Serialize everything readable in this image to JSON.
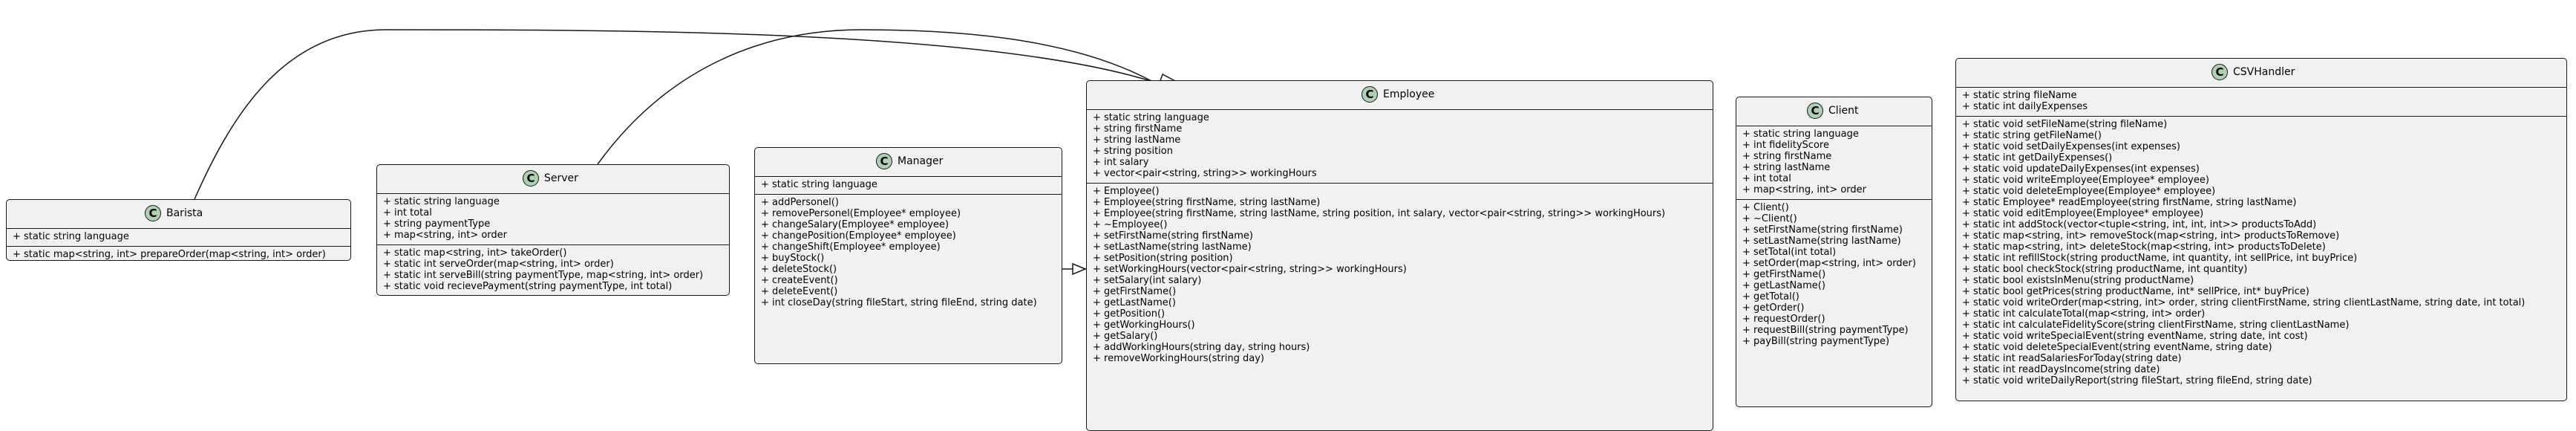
{
  "classes": {
    "barista": {
      "name": "Barista",
      "attributes": [
        "+ static string language"
      ],
      "methods": [
        "+ static map<string, int> prepareOrder(map<string, int> order)"
      ]
    },
    "server": {
      "name": "Server",
      "attributes": [
        "+ static string language",
        "+ int total",
        "+ string paymentType",
        "+ map<string, int> order"
      ],
      "methods": [
        "+ static map<string, int> takeOrder()",
        "+ static int serveOrder(map<string, int> order)",
        "+ static int serveBill(string paymentType, map<string, int> order)",
        "+ static void recievePayment(string paymentType, int total)"
      ]
    },
    "manager": {
      "name": "Manager",
      "attributes": [
        "+ static string language"
      ],
      "methods": [
        "+ addPersonel()",
        "+ removePersonel(Employee* employee)",
        "+ changeSalary(Employee* employee)",
        "+ changePosition(Employee* employee)",
        "+ changeShift(Employee* employee)",
        "+ buyStock()",
        "+ deleteStock()",
        "+ createEvent()",
        "+ deleteEvent()",
        "+ int closeDay(string fileStart, string fileEnd, string date)"
      ]
    },
    "employee": {
      "name": "Employee",
      "attributes": [
        "+ static string language",
        "+ string firstName",
        "+ string lastName",
        "+ string position",
        "+ int salary",
        "+ vector<pair<string, string>> workingHours"
      ],
      "methods": [
        "+ Employee()",
        "+ Employee(string firstName, string lastName)",
        "+ Employee(string firstName, string lastName, string position, int salary, vector<pair<string, string>> workingHours)",
        "+ ~Employee()",
        "+ setFirstName(string firstName)",
        "+ setLastName(string lastName)",
        "+ setPosition(string position)",
        "+ setWorkingHours(vector<pair<string, string>> workingHours)",
        "+ setSalary(int salary)",
        "+ getFirstName()",
        "+ getLastName()",
        "+ getPosition()",
        "+ getWorkingHours()",
        "+ getSalary()",
        "+ addWorkingHours(string day, string hours)",
        "+ removeWorkingHours(string day)"
      ]
    },
    "client": {
      "name": "Client",
      "attributes": [
        "+ static string language",
        "+ int fidelityScore",
        "+ string firstName",
        "+ string lastName",
        "+ int total",
        "+ map<string, int> order"
      ],
      "methods": [
        "+ Client()",
        "+ ~Client()",
        "+ setFirstName(string firstName)",
        "+ setLastName(string lastName)",
        "+ setTotal(int total)",
        "+ setOrder(map<string, int> order)",
        "+ getFirstName()",
        "+ getLastName()",
        "+ getTotal()",
        "+ getOrder()",
        "+ requestOrder()",
        "+ requestBill(string paymentType)",
        "+ payBill(string paymentType)"
      ]
    },
    "csvhandler": {
      "name": "CSVHandler",
      "attributes": [
        "+ static string fileName",
        "+ static int dailyExpenses"
      ],
      "methods": [
        "+ static void setFileName(string fileName)",
        "+ static string getFileName()",
        "+ static void setDailyExpenses(int expenses)",
        "+ static int getDailyExpenses()",
        "+ static void updateDailyExpenses(int expenses)",
        "+ static void writeEmployee(Employee* employee)",
        "+ static void deleteEmployee(Employee* employee)",
        "+ static Employee* readEmployee(string firstName, string lastName)",
        "+ static void editEmployee(Employee* employee)",
        "+ static int addStock(vector<tuple<string, int, int, int>> productsToAdd)",
        "+ static map<string, int> removeStock(map<string, int> productsToRemove)",
        "+ static map<string, int> deleteStock(map<string, int> productsToDelete)",
        "+ static int refillStock(string productName, int quantity, int sellPrice, int buyPrice)",
        "+ static bool checkStock(string productName, int quantity)",
        "+ static bool existsInMenu(string productName)",
        "+ static bool getPrices(string productName, int* sellPrice, int* buyPrice)",
        "+ static void writeOrder(map<string, int> order, string clientFirstName, string clientLastName, string date, int total)",
        "+ static int calculateTotal(map<string, int> order)",
        "+ static int calculateFidelityScore(string clientFirstName, string clientLastName)",
        "+ static void writeSpecialEvent(string eventName, string date, int cost)",
        "+ static void deleteSpecialEvent(string eventName, string date)",
        "+ static int readSalariesForToday(string date)",
        "+ static int readDaysIncome(string date)",
        "+ static void writeDailyReport(string fileStart, string fileEnd, string date)"
      ]
    }
  },
  "colors": {
    "class_fill": "#f1f1f1",
    "badge_fill": "#add1b2",
    "line": "#181818"
  }
}
